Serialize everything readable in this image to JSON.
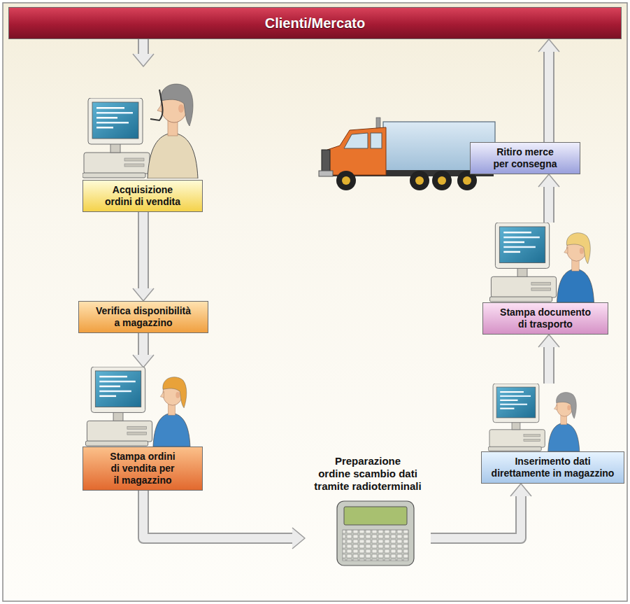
{
  "diagram": {
    "nodes": [
      {
        "text": [
          "Clienti/Mercato"
        ]
      },
      {
        "text": [
          "Acquisizione ordini di vendita"
        ]
      },
      {
        "text": [
          "Verifica disponibilità a magazzino"
        ]
      },
      {
        "text": [
          "Stampa ordini di vendita per il magazzino"
        ]
      },
      {
        "text": [
          "Preparazione ordine scambio dati tramite radioterminali"
        ]
      },
      {
        "text": [
          "Inserimento dati direttamente in magazzino"
        ]
      },
      {
        "text": [
          "Stampa documento di trasporto"
        ]
      },
      {
        "text": [
          "Ritiro merce per consegna"
        ]
      }
    ],
    "edges": [
      {
        "from": 0,
        "to": 1,
        "arrow": "to"
      },
      {
        "from": 1,
        "to": 2,
        "arrow": "to"
      },
      {
        "from": 2,
        "to": 3,
        "arrow": "to"
      },
      {
        "from": 3,
        "to": 4,
        "arrow": "to"
      },
      {
        "from": 4,
        "to": 5,
        "arrow": "to"
      },
      {
        "from": 5,
        "to": 6,
        "arrow": "to"
      },
      {
        "from": 6,
        "to": 7,
        "arrow": "to"
      },
      {
        "from": 7,
        "to": 0,
        "arrow": "to"
      }
    ]
  }
}
